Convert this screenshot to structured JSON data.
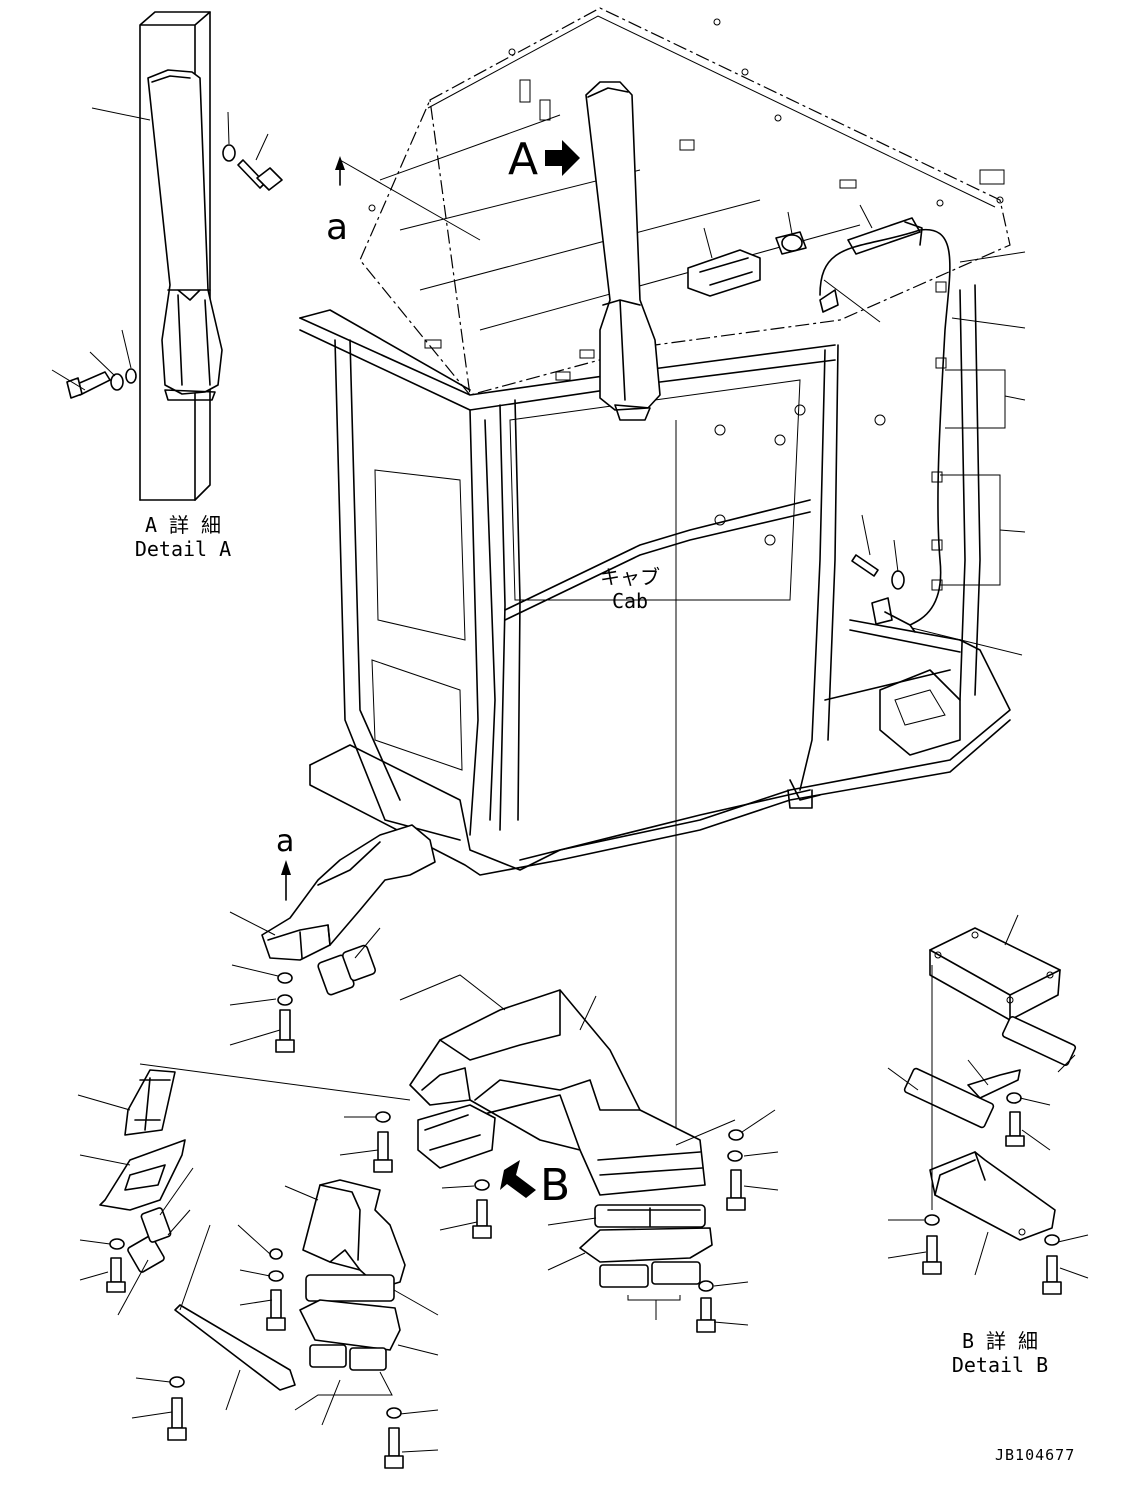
{
  "views": {
    "detail_a": {
      "jp": "A 詳 細",
      "en": "Detail A"
    },
    "detail_b": {
      "jp": "B 詳 細",
      "en": "Detail B"
    },
    "cab": {
      "jp": "キャブ",
      "en": "Cab"
    }
  },
  "markers": {
    "view_a": "A",
    "view_b": "B",
    "section_a_top": "a",
    "section_a_bottom": "a"
  },
  "drawing_number": "JB104677"
}
